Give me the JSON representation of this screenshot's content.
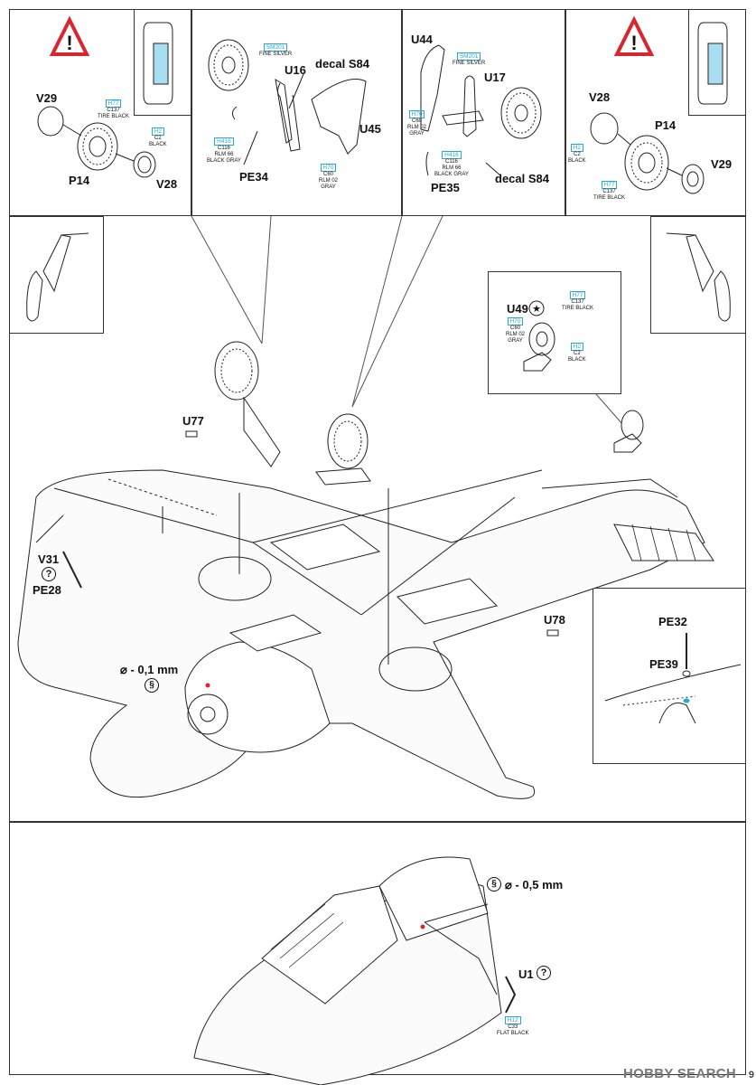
{
  "top_left": {
    "parts": [
      "V29",
      "P14",
      "V28"
    ],
    "tire_paint": {
      "code": "H77",
      "alt": "C137",
      "name": "TIRE BLACK"
    },
    "hub_paint": {
      "code": "H2",
      "alt": "C2",
      "name": "BLACK"
    }
  },
  "top_center_left": {
    "parts": [
      "U16",
      "decal S84",
      "U45",
      "PE34"
    ],
    "silver_paint": {
      "code": "SM201",
      "name": "FINE SILVER"
    },
    "gray_paint": {
      "code": "H416",
      "alt": "C116",
      "name1": "RLM 66",
      "name2": "BLACK GRAY"
    },
    "rlm02_paint": {
      "code": "H70",
      "alt": "C60",
      "name1": "RLM 02",
      "name2": "GRAY"
    }
  },
  "top_center_right": {
    "parts": [
      "U44",
      "U17",
      "PE35",
      "decal S84"
    ],
    "silver_paint": {
      "code": "SM201",
      "name": "FINE SILVER"
    },
    "rlm02_paint": {
      "code": "H70",
      "alt": "C60",
      "name1": "RLM 02",
      "name2": "GRAY"
    },
    "gray_paint": {
      "code": "H416",
      "alt": "C116",
      "name1": "RLM 66",
      "name2": "BLACK GRAY"
    }
  },
  "top_right": {
    "parts": [
      "V28",
      "P14",
      "V29"
    ],
    "hub_paint": {
      "code": "H2",
      "alt": "C2",
      "name": "BLACK"
    },
    "tire_paint": {
      "code": "H77",
      "alt": "C137",
      "name": "TIRE BLACK"
    }
  },
  "tail_wheel": {
    "part": "U49",
    "tire_paint": {
      "code": "H77",
      "alt": "C137",
      "name": "TIRE BLACK"
    },
    "rlm02_paint": {
      "code": "H70",
      "alt": "C60",
      "name1": "RLM 02",
      "name2": "GRAY"
    },
    "hub_paint": {
      "code": "H2",
      "alt": "C2",
      "name": "BLACK"
    }
  },
  "main": {
    "labels": [
      "U77",
      "V31",
      "PE28",
      "U78",
      "PE32",
      "PE39"
    ],
    "drill": "⌀ - 0,1 mm"
  },
  "bottom": {
    "drill": "⌀ - 0,5 mm",
    "part": "U1",
    "paint": {
      "code": "H12",
      "alt": "C33",
      "name": "FLAT BLACK"
    }
  },
  "watermark": "HOBBY SEARCH",
  "page_number": "9",
  "colors": {
    "accent": "#29a8d6",
    "warning": "#d9262c",
    "glass": "#a9ddf2"
  }
}
